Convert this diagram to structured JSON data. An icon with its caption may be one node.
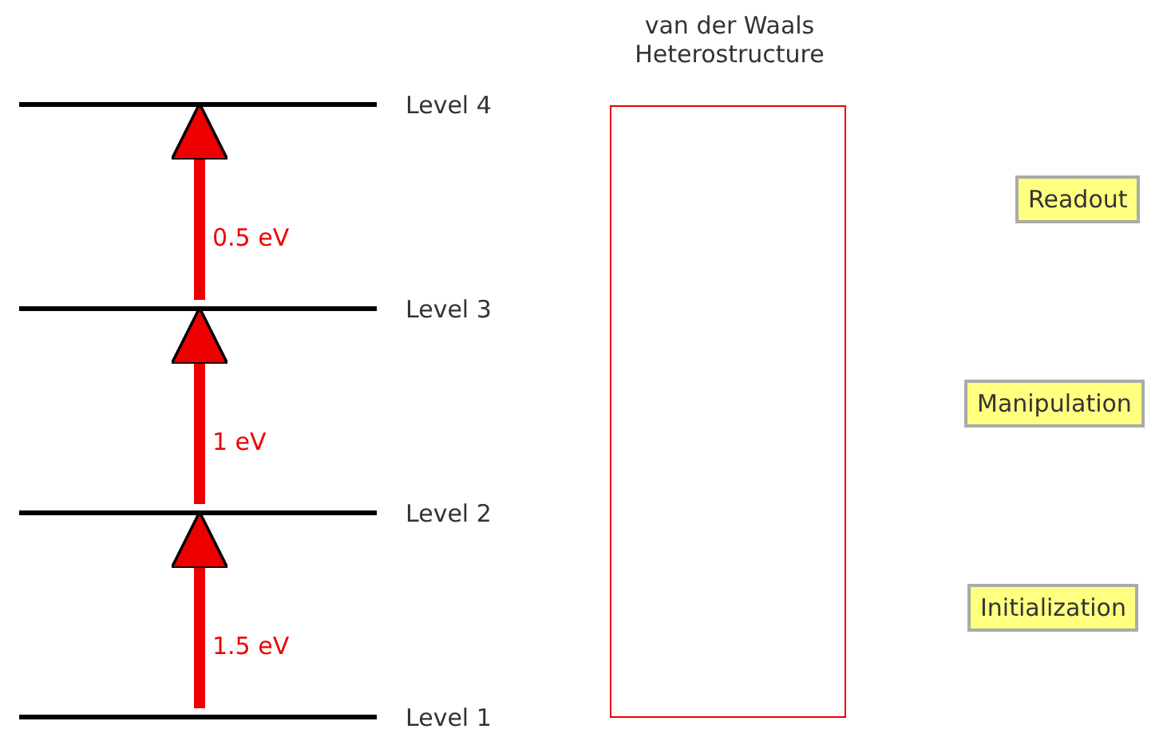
{
  "diagram": {
    "nodes": [
      {
        "text": [
          "Level 4"
        ]
      },
      {
        "text": [
          "Level 3"
        ]
      },
      {
        "text": [
          "Level 2"
        ]
      },
      {
        "text": [
          "Level 1"
        ]
      },
      {
        "text": [
          "van der Waals Heterostructure"
        ]
      },
      {
        "text": [
          "Readout"
        ]
      },
      {
        "text": [
          "Manipulation"
        ]
      },
      {
        "text": [
          "Initialization"
        ]
      }
    ],
    "edges": [
      {
        "from": 3,
        "to": 2,
        "arrow": "to",
        "label": "1.5 eV"
      },
      {
        "from": 2,
        "to": 1,
        "arrow": "to",
        "label": "1 eV"
      },
      {
        "from": 1,
        "to": 0,
        "arrow": "to",
        "label": "0.5 eV"
      }
    ]
  }
}
